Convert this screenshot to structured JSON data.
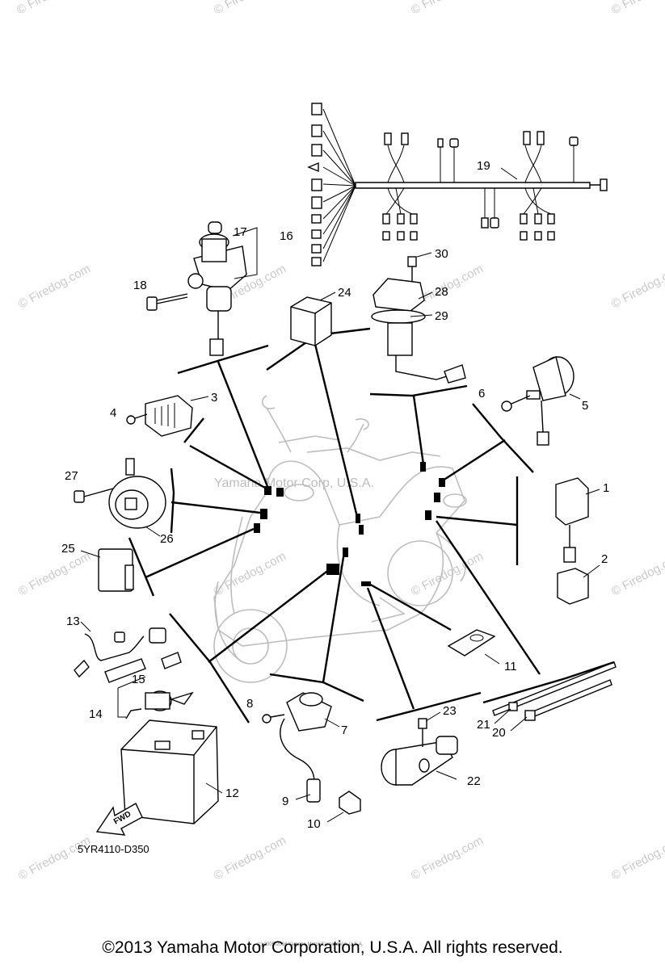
{
  "watermark": "© Firedog.com",
  "center_watermark": "Yamaha Motor Corp, U.S.A.",
  "callouts": [
    "1",
    "2",
    "3",
    "4",
    "5",
    "6",
    "7",
    "8",
    "9",
    "10",
    "11",
    "12",
    "13",
    "14",
    "15",
    "16",
    "17",
    "18",
    "19",
    "20",
    "21",
    "22",
    "23",
    "24",
    "25",
    "26",
    "27",
    "28",
    "29",
    "30"
  ],
  "fwd_label": "FWD",
  "diagram_code": "5YR4110-D350",
  "tiny_copyright": "(c) 2005-2016 Yamaha Motor Corporation, U.S.A.",
  "footer": "©2013 Yamaha Motor Corporation, U.S.A. All rights reserved."
}
